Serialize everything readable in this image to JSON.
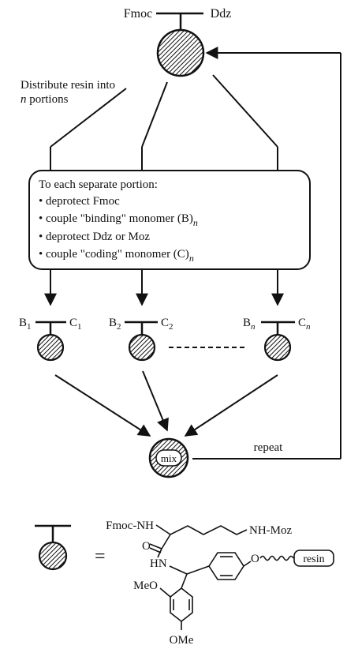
{
  "top": {
    "left_label": "Fmoc",
    "right_label": "Ddz"
  },
  "distribute": {
    "line1": "Distribute resin into",
    "line2_var": "n",
    "line2_rest": " portions"
  },
  "box": {
    "title": "To each separate portion:",
    "bullets": [
      {
        "text": "deprotect Fmoc",
        "sub": ""
      },
      {
        "text": "couple \"binding\" monomer (B)",
        "sub": "n"
      },
      {
        "text": "deprotect Ddz or Moz",
        "sub": ""
      },
      {
        "text": "couple \"coding\" monomer (C)",
        "sub": "n"
      }
    ]
  },
  "beads": [
    {
      "left": "B",
      "left_sub": "1",
      "right": "C",
      "right_sub": "1"
    },
    {
      "left": "B",
      "left_sub": "2",
      "right": "C",
      "right_sub": "2"
    },
    {
      "left": "B",
      "left_sub": "n",
      "right": "C",
      "right_sub": "n"
    }
  ],
  "mix_label": "mix",
  "repeat_label": "repeat",
  "legend": {
    "equals": "=",
    "fmoc_nh": "Fmoc-NH",
    "nh_moz": "NH-Moz",
    "carbonyl_o": "O",
    "hn": "HN",
    "ether_o": "O",
    "resin": "resin",
    "meo": "MeO",
    "ome": "OMe"
  }
}
